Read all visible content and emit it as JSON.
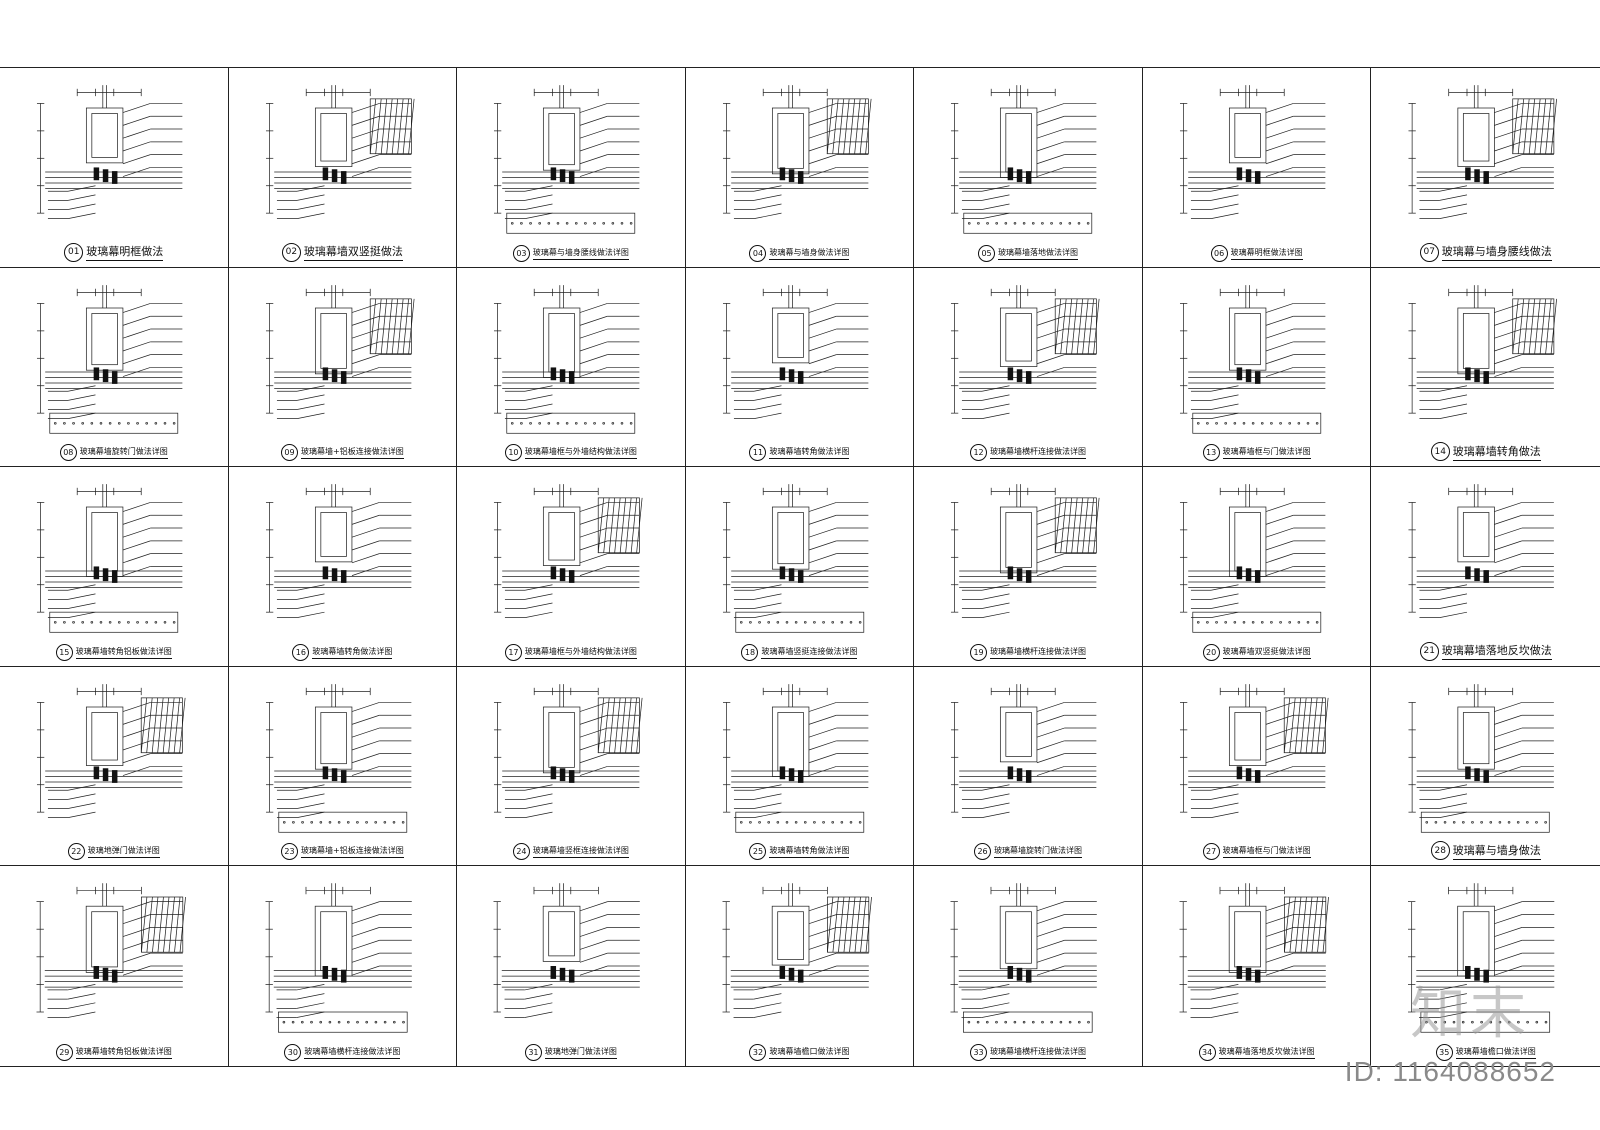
{
  "details": [
    {
      "num": "01",
      "title": "玻璃幕明框做法",
      "big": true
    },
    {
      "num": "02",
      "title": "玻璃幕墙双竖挺做法",
      "big": true
    },
    {
      "num": "03",
      "title": "玻璃幕与墙身腰线做法详图",
      "big": false
    },
    {
      "num": "04",
      "title": "玻璃幕与墙身做法详图",
      "big": false
    },
    {
      "num": "05",
      "title": "玻璃幕墙落地做法详图",
      "big": false
    },
    {
      "num": "06",
      "title": "玻璃幕明框做法详图",
      "big": false
    },
    {
      "num": "07",
      "title": "玻璃幕与墙身腰线做法",
      "big": true
    },
    {
      "num": "08",
      "title": "玻璃幕墙旋转门做法详图",
      "big": false
    },
    {
      "num": "09",
      "title": "玻璃幕墙+铝板连接做法详图",
      "big": false
    },
    {
      "num": "10",
      "title": "玻璃幕墙框与外墙结构做法详图",
      "big": false
    },
    {
      "num": "11",
      "title": "玻璃幕墙转角做法详图",
      "big": false
    },
    {
      "num": "12",
      "title": "玻璃幕墙横杆连接做法详图",
      "big": false
    },
    {
      "num": "13",
      "title": "玻璃幕墙框与门做法详图",
      "big": false
    },
    {
      "num": "14",
      "title": "玻璃幕墙转角做法",
      "big": true
    },
    {
      "num": "15",
      "title": "玻璃幕墙转角铝板做法详图",
      "big": false
    },
    {
      "num": "16",
      "title": "玻璃幕墙转角做法详图",
      "big": false
    },
    {
      "num": "17",
      "title": "玻璃幕墙框与外墙结构做法详图",
      "big": false
    },
    {
      "num": "18",
      "title": "玻璃幕墙竖挺连接做法详图",
      "big": false
    },
    {
      "num": "19",
      "title": "玻璃幕墙横杆连接做法详图",
      "big": false
    },
    {
      "num": "20",
      "title": "玻璃幕墙双竖挺做法详图",
      "big": false
    },
    {
      "num": "21",
      "title": "玻璃幕墙落地反坎做法",
      "big": true
    },
    {
      "num": "22",
      "title": "玻璃地弹门做法详图",
      "big": false
    },
    {
      "num": "23",
      "title": "玻璃幕墙+铝板连接做法详图",
      "big": false
    },
    {
      "num": "24",
      "title": "玻璃幕墙竖框连接做法详图",
      "big": false
    },
    {
      "num": "25",
      "title": "玻璃幕墙转角做法详图",
      "big": false
    },
    {
      "num": "26",
      "title": "玻璃幕墙旋转门做法详图",
      "big": false
    },
    {
      "num": "27",
      "title": "玻璃幕墙框与门做法详图",
      "big": false
    },
    {
      "num": "28",
      "title": "玻璃幕与墙身做法",
      "big": true
    },
    {
      "num": "29",
      "title": "玻璃幕墙转角铝板做法详图",
      "big": false
    },
    {
      "num": "30",
      "title": "玻璃幕墙横杆连接做法详图",
      "big": false
    },
    {
      "num": "31",
      "title": "玻璃地弹门做法详图",
      "big": false
    },
    {
      "num": "32",
      "title": "玻璃幕墙檐口做法详图",
      "big": false
    },
    {
      "num": "33",
      "title": "玻璃幕墙横杆连接做法详图",
      "big": false
    },
    {
      "num": "34",
      "title": "玻璃幕墙落地反坎做法详图",
      "big": false
    },
    {
      "num": "35",
      "title": "玻璃幕墙檐口做法详图",
      "big": false
    }
  ],
  "brand_text": "知末",
  "image_id": "ID: 1164088652"
}
